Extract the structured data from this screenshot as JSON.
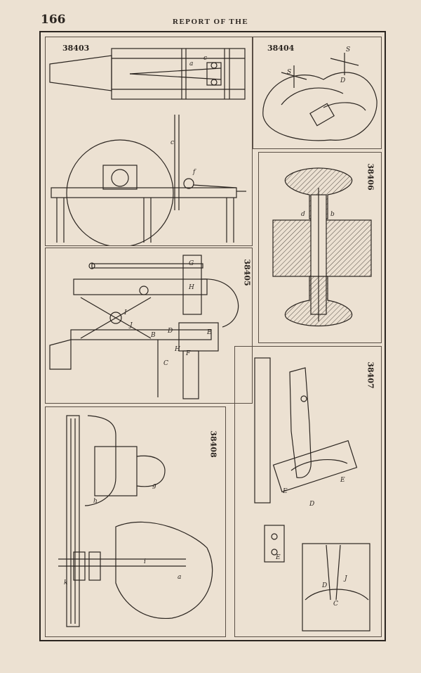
{
  "header": {
    "page_number": "166",
    "running_head": "REPORT OF THE"
  },
  "figures": [
    {
      "id": "fig-38403",
      "number": "38403",
      "letters": [
        "a",
        "c",
        "c",
        "f"
      ]
    },
    {
      "id": "fig-38404",
      "number": "38404",
      "letters": [
        "S",
        "S",
        "D"
      ]
    },
    {
      "id": "fig-38405",
      "number": "38405",
      "letters": [
        "G",
        "H",
        "I",
        "J",
        "D",
        "B",
        "E",
        "H",
        "C",
        "F"
      ]
    },
    {
      "id": "fig-38406",
      "number": "38406",
      "letters": [
        "d",
        "b"
      ]
    },
    {
      "id": "fig-38407",
      "number": "38407",
      "letters": [
        "E",
        "E",
        "D",
        "E",
        "J",
        "D",
        "C"
      ]
    },
    {
      "id": "fig-38408",
      "number": "38408",
      "letters": [
        "g",
        "h",
        "i",
        "a",
        "k"
      ]
    }
  ],
  "colors": {
    "paper": "#ece1d2",
    "ink": "#2b2520"
  }
}
